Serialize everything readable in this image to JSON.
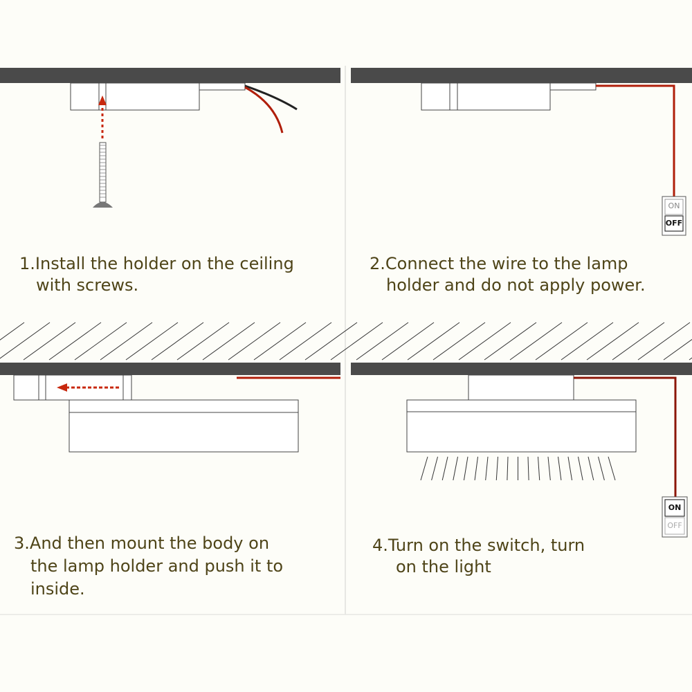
{
  "steps": [
    {
      "line1": "1.Install the holder on the ceiling",
      "line2": "with screws."
    },
    {
      "line1": "2.Connect the wire to the lamp",
      "line2": "holder and do not apply power."
    },
    {
      "line1": "3.And then mount the body on",
      "line2": "the lamp holder and push it to",
      "line3": "inside."
    },
    {
      "line1": "4.Turn on the switch, turn",
      "line2": "on the light"
    }
  ],
  "switch": {
    "on": "ON",
    "off": "OFF"
  },
  "colors": {
    "ceiling": "#4a4a4a",
    "wire_red": "#b01e0a",
    "text": "#4e4418",
    "arrow": "#c8280e"
  }
}
